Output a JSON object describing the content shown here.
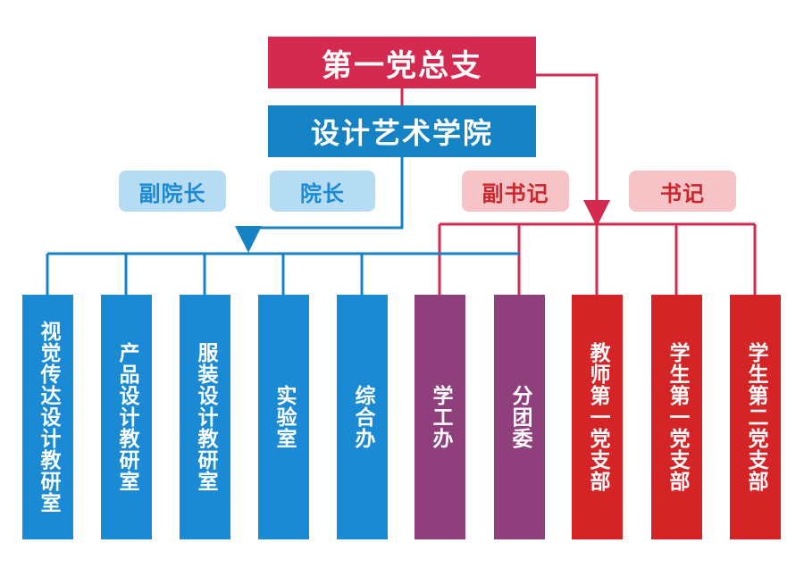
{
  "header": {
    "party_title": "第一党总支",
    "college_title": "设计艺术学院"
  },
  "roles": {
    "vice_dean": "副院长",
    "dean": "院长",
    "deputy_secretary": "副书记",
    "secretary": "书记"
  },
  "departments": [
    {
      "label": "视觉传达设计教研室",
      "group": "admin"
    },
    {
      "label": "产品设计教研室",
      "group": "admin"
    },
    {
      "label": "服装设计教研室",
      "group": "admin"
    },
    {
      "label": "实验室",
      "group": "admin"
    },
    {
      "label": "综合办",
      "group": "admin"
    },
    {
      "label": "学工办",
      "group": "student-affairs"
    },
    {
      "label": "分团委",
      "group": "student-affairs"
    },
    {
      "label": "教师第一党支部",
      "group": "party"
    },
    {
      "label": "学生第一党支部",
      "group": "party"
    },
    {
      "label": "学生第二党支部",
      "group": "party"
    }
  ],
  "colors": {
    "party_red": "#d52a4f",
    "college_blue": "#1582c4",
    "column_blue": "#1a8ad4",
    "column_purple": "#8f3f7b",
    "column_red": "#d42425",
    "pill_blue_bg": "#b5dcf3",
    "pill_red_bg": "#f6c4c6"
  }
}
